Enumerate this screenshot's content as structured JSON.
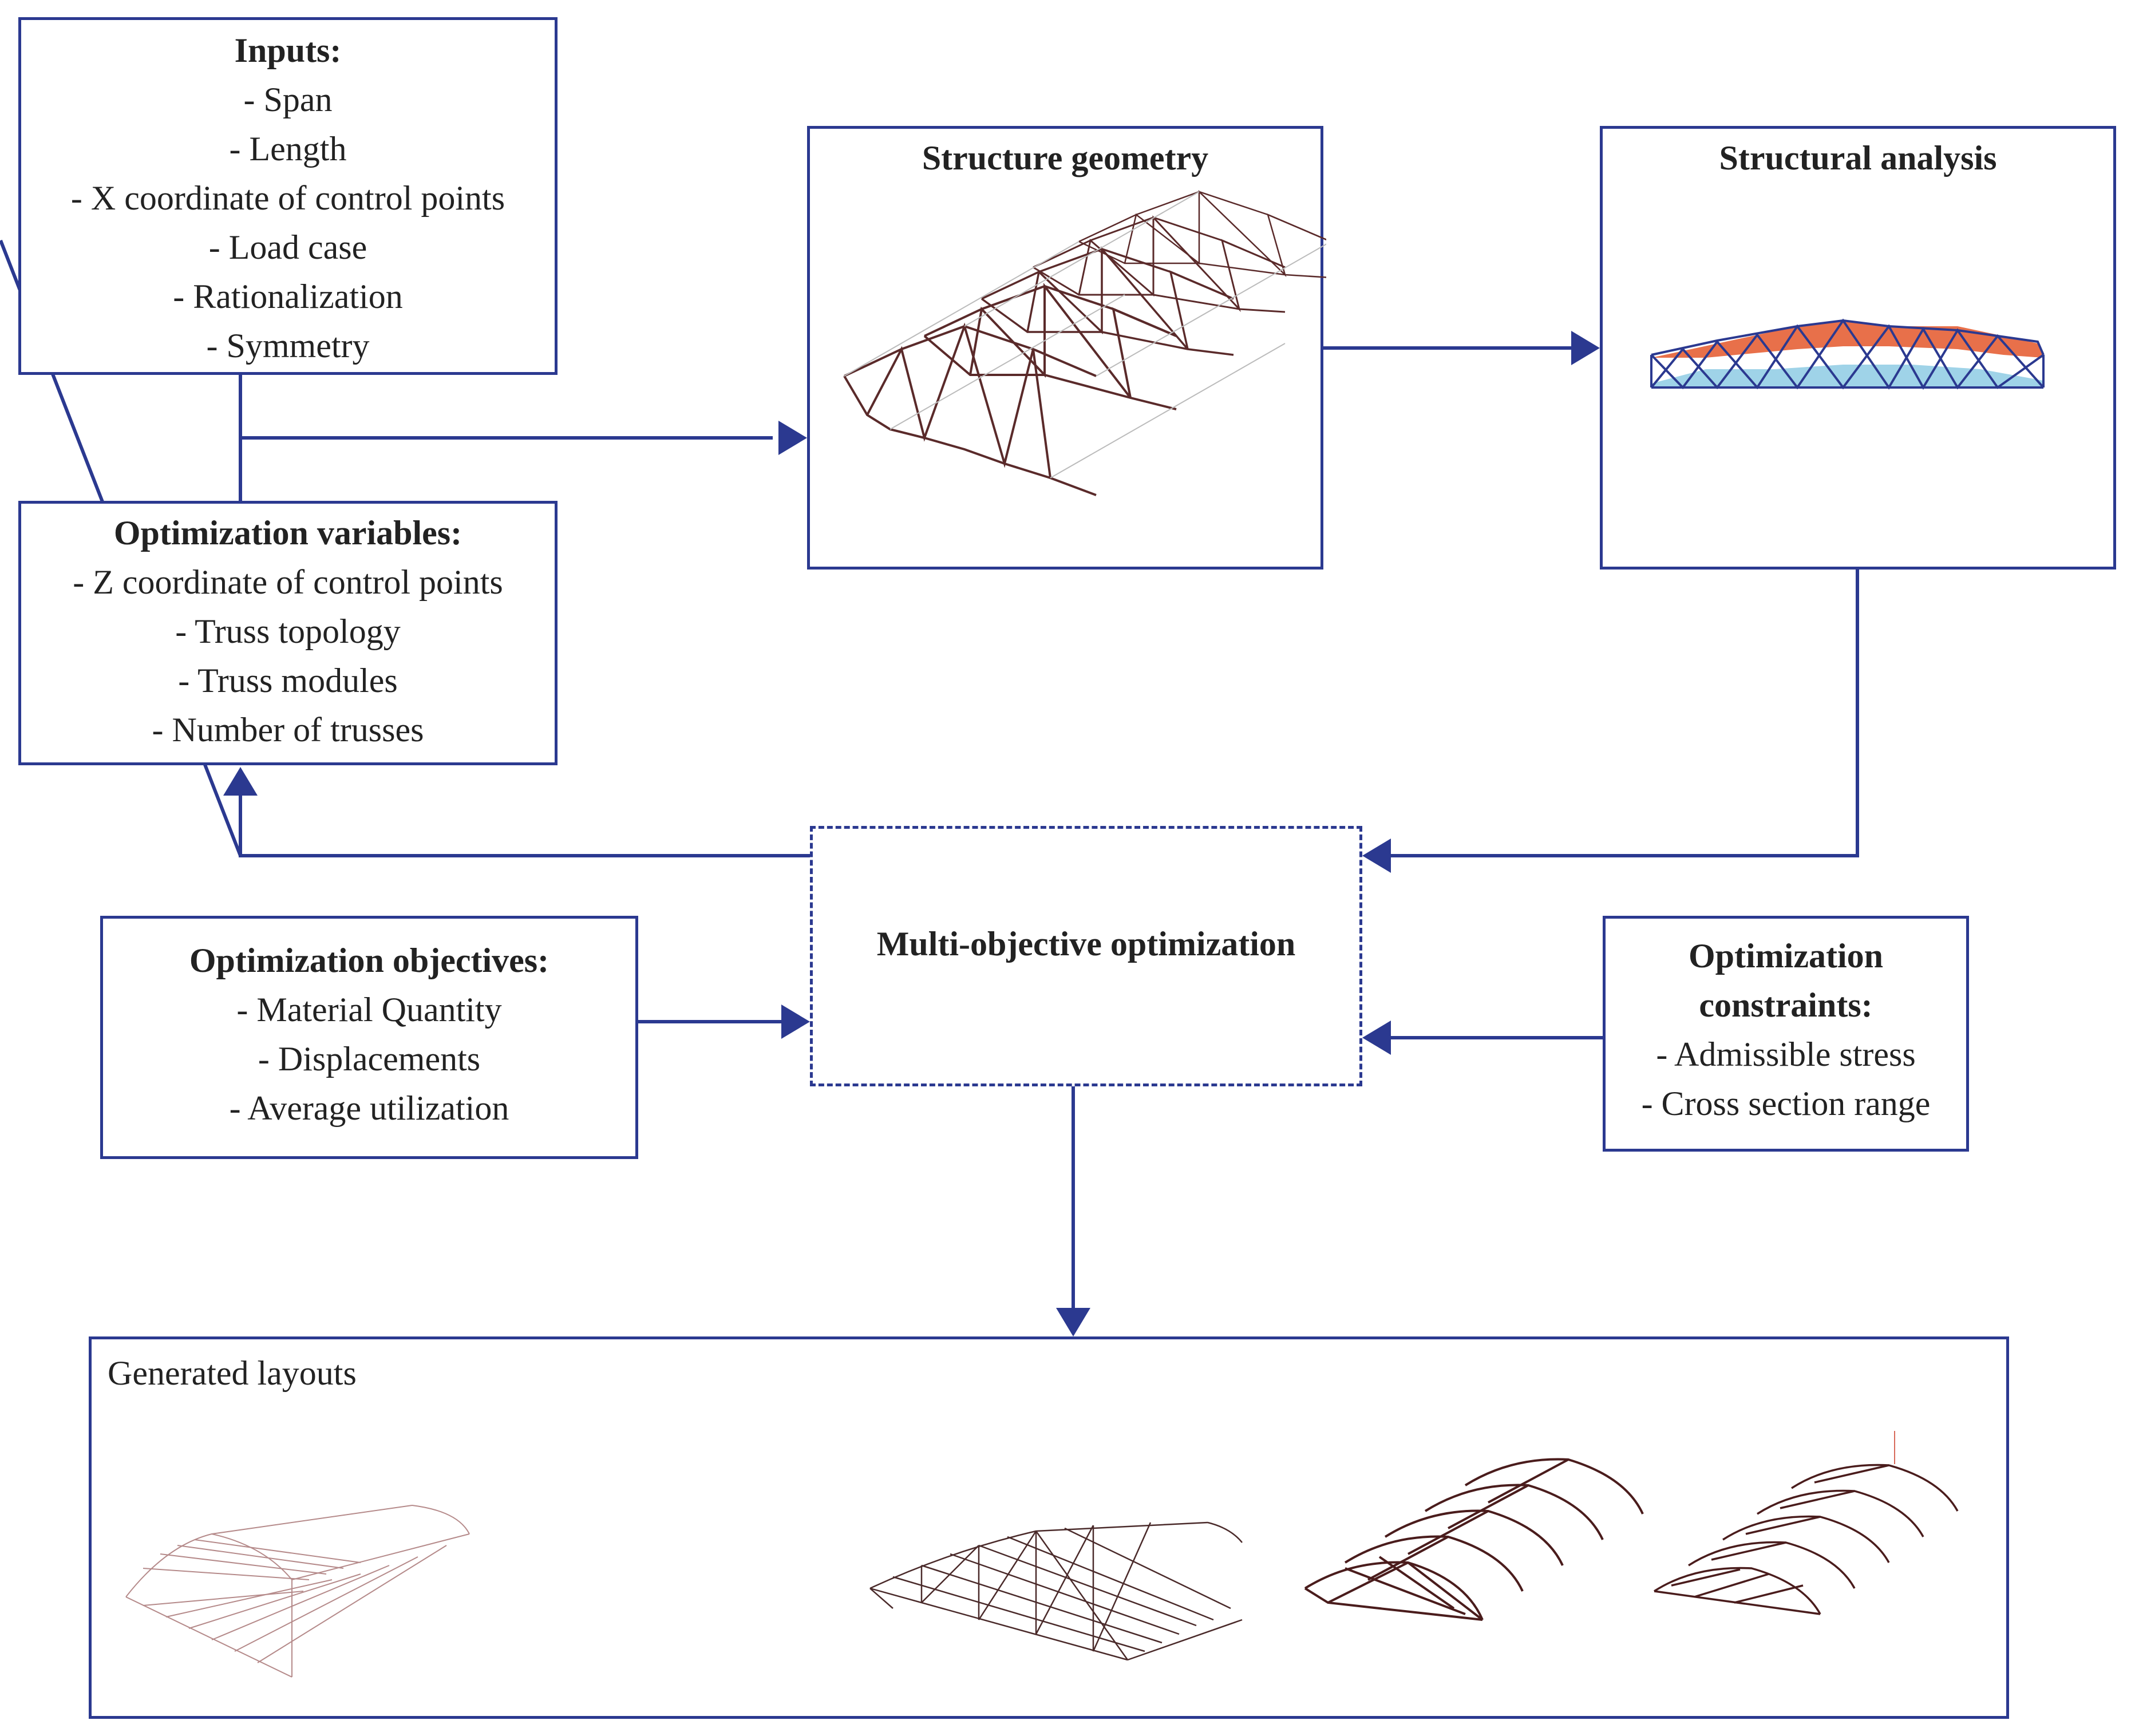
{
  "inputs": {
    "title": "Inputs:",
    "items": [
      "- Span",
      "- Length",
      "- X coordinate of control points",
      "- Load case",
      "- Rationalization",
      "- Symmetry"
    ]
  },
  "variables": {
    "title": "Optimization variables:",
    "items": [
      "- Z coordinate of control points",
      "- Truss topology",
      "- Truss modules",
      "- Number of trusses"
    ]
  },
  "geometry": {
    "title": "Structure geometry"
  },
  "analysis": {
    "title": "Structural analysis"
  },
  "optimization": {
    "title": "Multi-objective optimization"
  },
  "objectives": {
    "title": "Optimization objectives:",
    "items": [
      "- Material Quantity",
      "- Displacements",
      "- Average utilization"
    ]
  },
  "constraints": {
    "title_line1": "Optimization",
    "title_line2": "constraints:",
    "items": [
      "- Admissible stress",
      "- Cross section range"
    ]
  },
  "layouts": {
    "title": "Generated layouts"
  },
  "colors": {
    "accent": "#2b3990",
    "truss": "#5a2a2a",
    "tension": "#e8704a",
    "compression": "#7fc4e0"
  }
}
